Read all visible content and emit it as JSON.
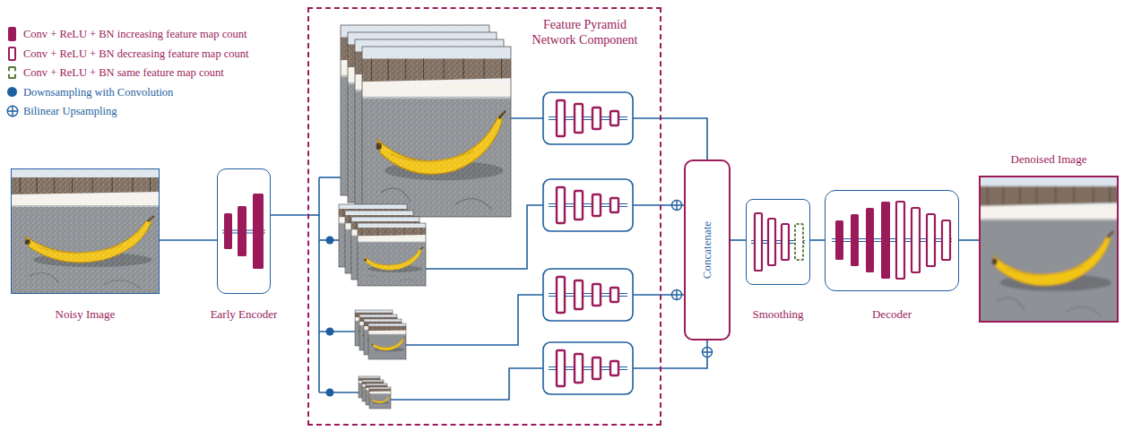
{
  "diagram": {
    "nodes": [
      {
        "text": [
          "Noisy Image"
        ]
      },
      {
        "text": [
          "Early Encoder"
        ]
      },
      {
        "text": [
          "Feature Pyramid Network Component"
        ]
      },
      {
        "text": [
          "Concatenate"
        ]
      },
      {
        "text": [
          "Smoothing"
        ]
      },
      {
        "text": [
          "Decoder"
        ]
      },
      {
        "text": [
          "Denoised Image"
        ]
      }
    ],
    "edges": [
      {
        "from": 0,
        "to": 1,
        "arrow": "none"
      },
      {
        "from": 1,
        "to": 2,
        "arrow": "none"
      },
      {
        "from": 3,
        "to": 4,
        "arrow": "none"
      },
      {
        "from": 4,
        "to": 5,
        "arrow": "none"
      },
      {
        "from": 5,
        "to": 6,
        "arrow": "none"
      }
    ],
    "legend": [
      {
        "text": "Conv + ReLU + BN increasing feature map count",
        "color": "#9b1b5a"
      },
      {
        "text": "Conv + ReLU + BN decreasing feature map count"
      },
      {
        "text": "Conv + ReLU + BN same feature map count"
      },
      {
        "text": "Downsampling with Convolution",
        "color": "#1f5fa0"
      },
      {
        "text": "Bilinear Upsampling"
      }
    ]
  }
}
